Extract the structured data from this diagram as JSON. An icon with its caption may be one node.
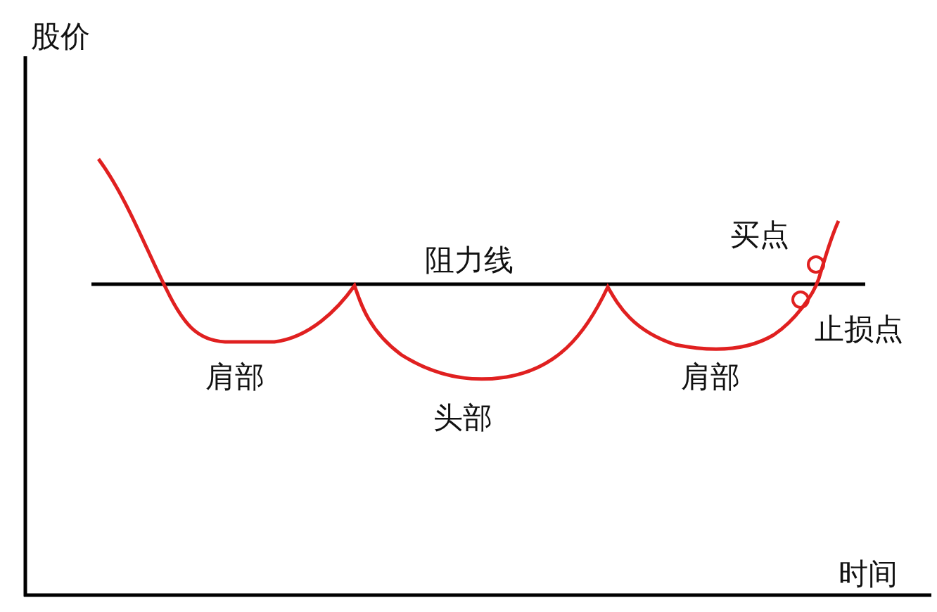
{
  "diagram": {
    "labels": [
      "股价",
      "阻力线",
      "买点",
      "止损点",
      "肩部",
      "肩部",
      "头部",
      "时间"
    ]
  }
}
